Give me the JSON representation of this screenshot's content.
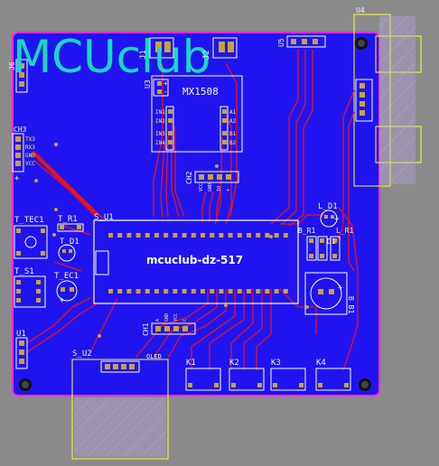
{
  "board": {
    "logo": "MCUclub",
    "center_label": "mcuclub-dz-517",
    "colors": {
      "background": "#8a8a8a",
      "board": "#1f14f0",
      "border": "#ff2cd0",
      "trace": "#e8121a",
      "pad": "#c9a23a",
      "silk": "#f5f5f5",
      "keepout": "#b8a8e8",
      "logo": "#15d9c2",
      "outline": "#ffff30"
    }
  },
  "designators": {
    "J1": "J1",
    "J2": "J2",
    "U3": "U3",
    "U4": "U4",
    "U5": "U5",
    "J6": "J6",
    "CH3": "CH3",
    "CH2": "CH2",
    "CH1": "CH1",
    "S_U1": "S_U1",
    "S_U2": "S_U2",
    "T_TEC1": "T_TEC1",
    "T_R1": "T_R1",
    "T_D1": "T_D1",
    "T_S1": "T_S1",
    "T_EC1": "T_EC1",
    "U1": "U1",
    "L_D1": "L_D1",
    "B_R1": "B_R1",
    "L_R1": "L_R1",
    "D1": "D1",
    "B_B1": "B_B1",
    "K1": "K1",
    "K2": "K2",
    "K3": "K3",
    "K4": "K4"
  },
  "module": {
    "name": "MX1508",
    "pins_left": [
      "IN1",
      "IN2",
      "IN3",
      "IN4"
    ],
    "pins_right": [
      "A1",
      "A2",
      "B1",
      "B2"
    ],
    "power": [
      "+",
      "-"
    ]
  },
  "headers": {
    "CH3": [
      "TX3",
      "RX3",
      "GND",
      "VCC"
    ],
    "CH2": [
      "VCC",
      "GND",
      "IO",
      "+"
    ],
    "CH1": [
      "A",
      "GND",
      "VCC",
      "C"
    ],
    "oled": "OLED"
  },
  "marks": {
    "plus": "+",
    "minus": "-"
  }
}
